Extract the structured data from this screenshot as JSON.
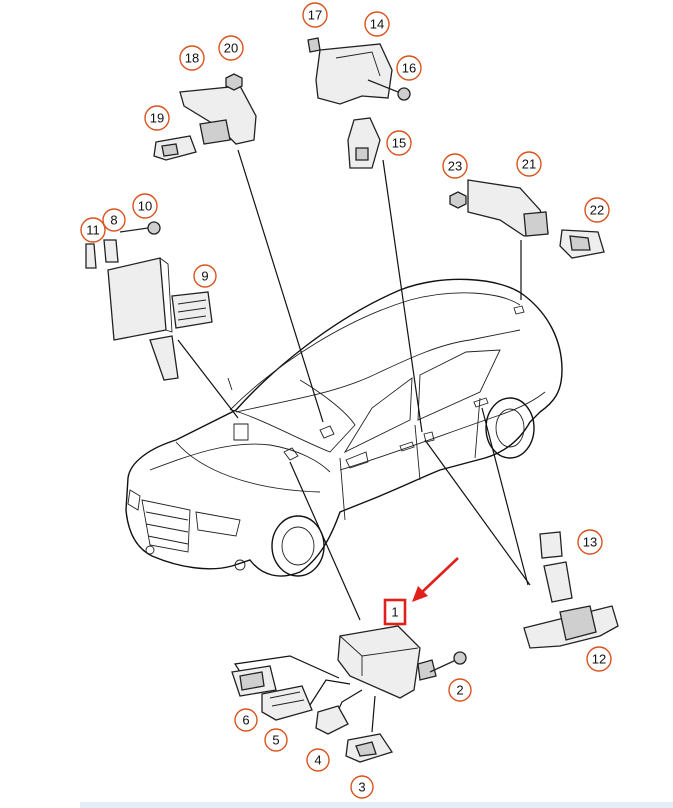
{
  "diagram": {
    "callouts": [
      {
        "id": "c1",
        "label": "1"
      },
      {
        "id": "c2",
        "label": "2"
      },
      {
        "id": "c3",
        "label": "3"
      },
      {
        "id": "c4",
        "label": "4"
      },
      {
        "id": "c5",
        "label": "5"
      },
      {
        "id": "c6",
        "label": "6"
      },
      {
        "id": "c8",
        "label": "8"
      },
      {
        "id": "c9",
        "label": "9"
      },
      {
        "id": "c10",
        "label": "10"
      },
      {
        "id": "c11",
        "label": "11"
      },
      {
        "id": "c12",
        "label": "12"
      },
      {
        "id": "c13",
        "label": "13"
      },
      {
        "id": "c14",
        "label": "14"
      },
      {
        "id": "c15",
        "label": "15"
      },
      {
        "id": "c16",
        "label": "16"
      },
      {
        "id": "c17",
        "label": "17"
      },
      {
        "id": "c18",
        "label": "18"
      },
      {
        "id": "c19",
        "label": "19"
      },
      {
        "id": "c20",
        "label": "20"
      },
      {
        "id": "c21",
        "label": "21"
      },
      {
        "id": "c22",
        "label": "22"
      },
      {
        "id": "c23",
        "label": "23"
      }
    ],
    "highlighted_part": "1",
    "colors": {
      "callout_border": "#d9531e",
      "highlight_box": "#e0201a",
      "arrow": "#e0201a",
      "line_art": "#111111"
    }
  }
}
